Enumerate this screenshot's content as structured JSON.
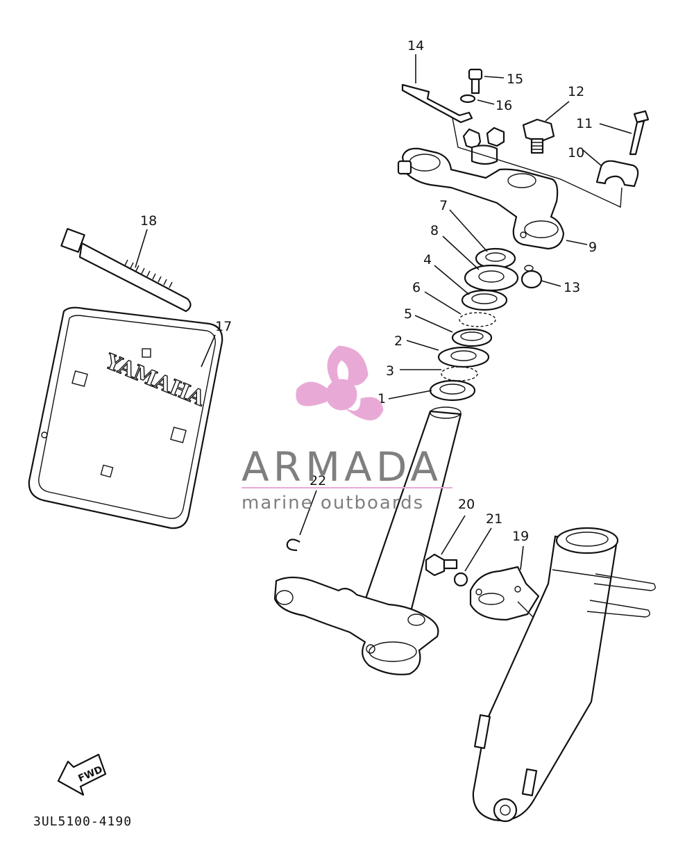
{
  "diagram": {
    "part_code": "3UL5100-4190",
    "fwd_label": "FWD",
    "plate_text": "YAMAHA",
    "callouts": [
      "1",
      "2",
      "3",
      "4",
      "5",
      "6",
      "7",
      "8",
      "9",
      "10",
      "11",
      "12",
      "13",
      "14",
      "15",
      "16",
      "17",
      "18",
      "19",
      "20",
      "21",
      "22"
    ]
  },
  "watermark": {
    "brand": "ARMADA",
    "tagline": "marine outboards",
    "logo_color": "#e9a9d6",
    "text_color": "#7f7f7f"
  }
}
